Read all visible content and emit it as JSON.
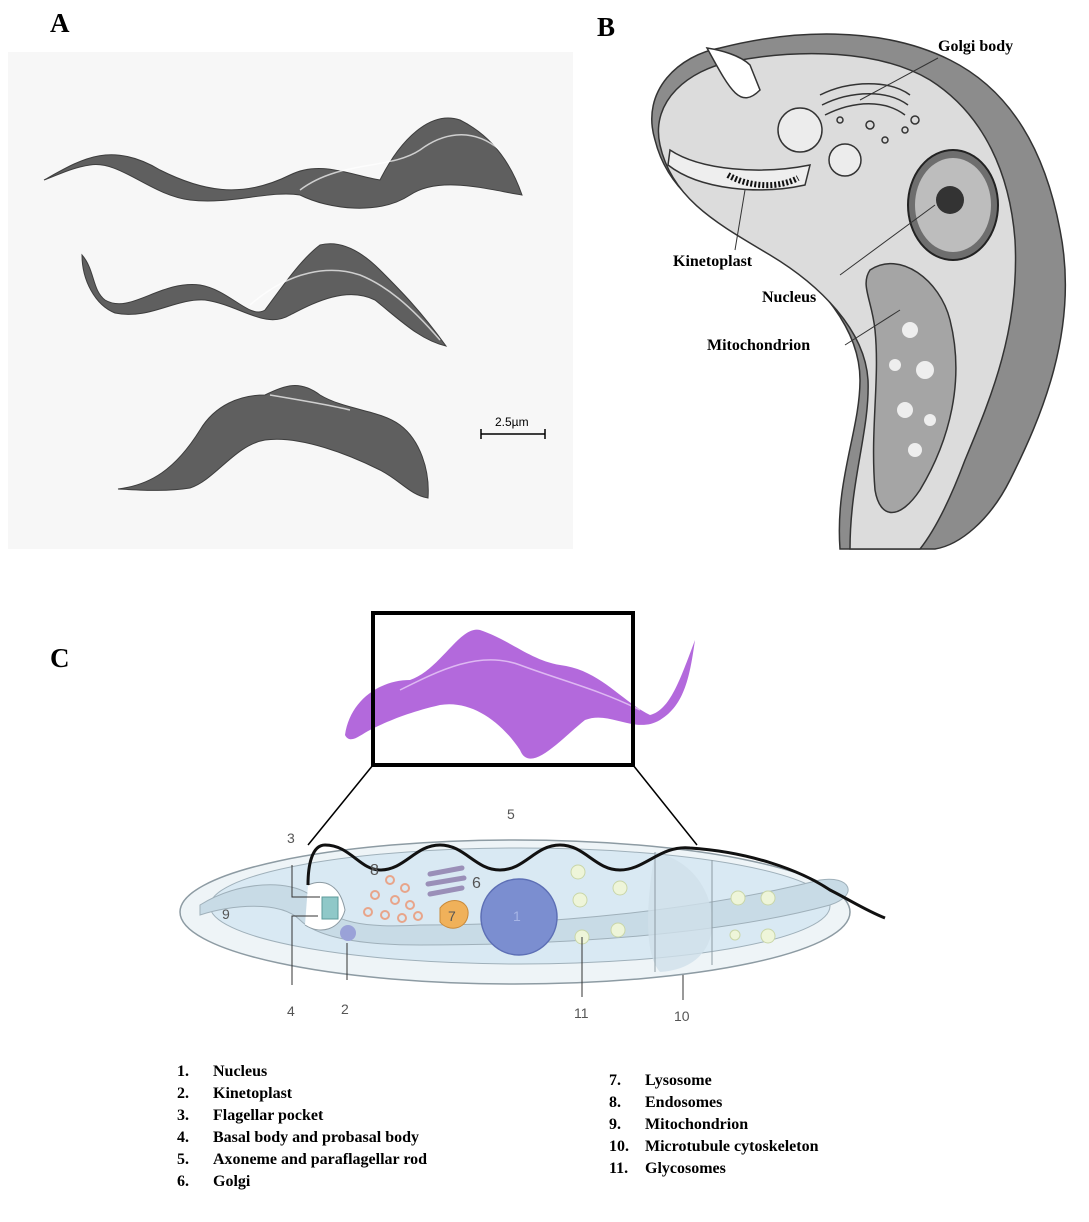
{
  "panels": {
    "a": "A",
    "b": "B",
    "c": "C"
  },
  "panel_a": {
    "scale_bar": "2.5µm"
  },
  "panel_b": {
    "labels": {
      "golgi_body": "Golgi body",
      "kinetoplast": "Kinetoplast",
      "nucleus": "Nucleus",
      "mitochondrion": "Mitochondrion"
    }
  },
  "panel_c": {
    "diagram_numbers": [
      "1",
      "2",
      "3",
      "4",
      "5",
      "6",
      "7",
      "8",
      "9",
      "10",
      "11"
    ],
    "legend": [
      {
        "num": "1.",
        "label": "Nucleus"
      },
      {
        "num": "2.",
        "label": "Kinetoplast"
      },
      {
        "num": "3.",
        "label": "Flagellar pocket"
      },
      {
        "num": "4.",
        "label": "Basal body and probasal body"
      },
      {
        "num": "5.",
        "label": "Axoneme and paraflagellar rod"
      },
      {
        "num": "6.",
        "label": "Golgi"
      },
      {
        "num": "7.",
        "label": "Lysosome"
      },
      {
        "num": "8.",
        "label": "Endosomes"
      },
      {
        "num": "9.",
        "label": "Mitochondrion"
      },
      {
        "num": "10.",
        "label": "Microtubule cytoskeleton"
      },
      {
        "num": "11.",
        "label": "Glycosomes"
      }
    ]
  },
  "colors": {
    "parasite_gray": "#5f5f5f",
    "stained_purple": "#a64fd6",
    "cell_fill": "#d9e9f3",
    "nucleus_blue": "#7b8ed0",
    "lysosome_orange": "#f0b15a",
    "endosome_salmon": "#e8a58a"
  }
}
